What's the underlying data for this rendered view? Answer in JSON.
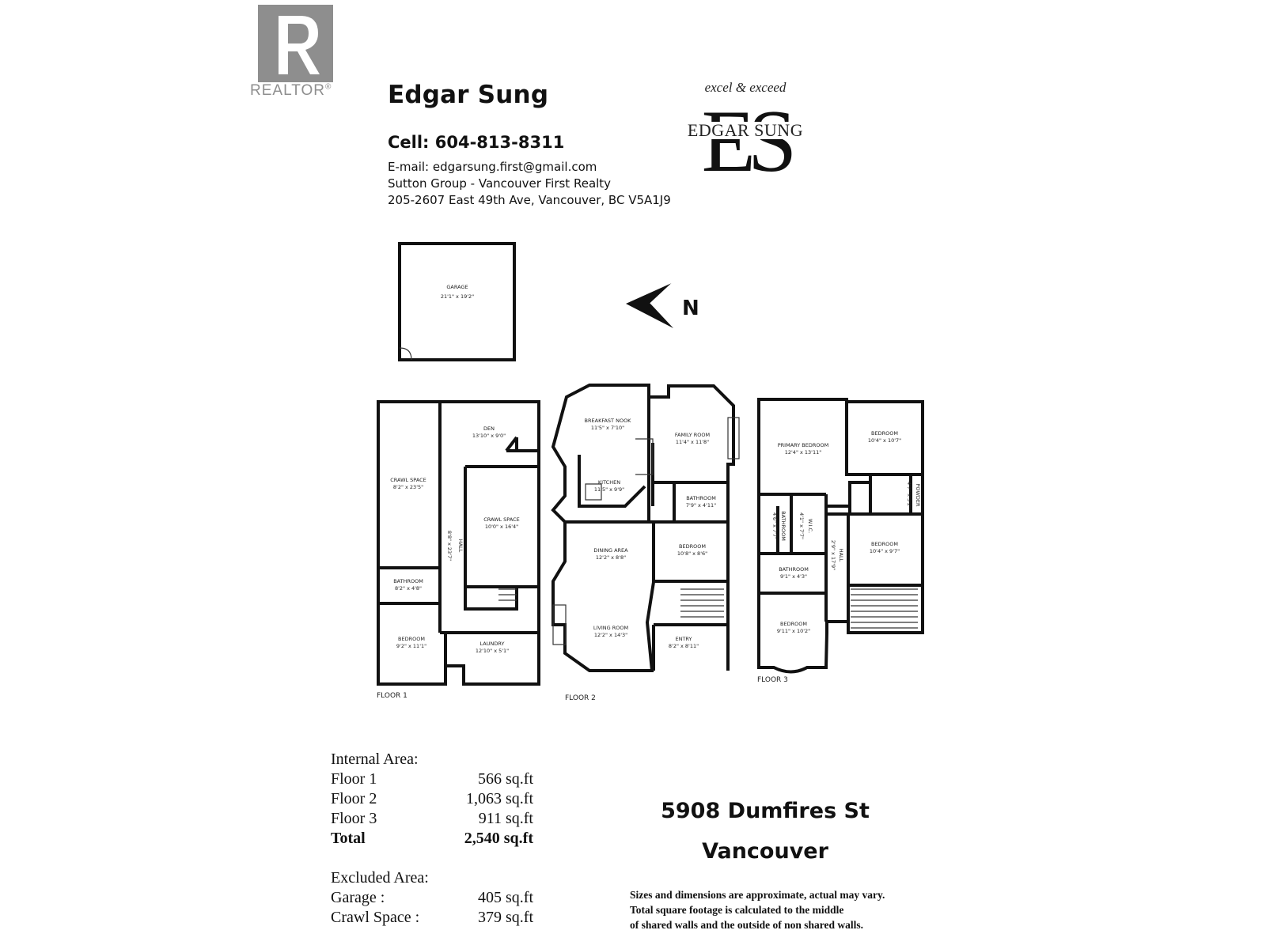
{
  "realtor_logo": {
    "wordmark": "REALTOR",
    "mark": "®"
  },
  "agent": {
    "name": "Edgar Sung",
    "cell": "Cell: 604-813-8311",
    "email": "E-mail: edgarsung.first@gmail.com",
    "company": "Sutton Group - Vancouver First Realty",
    "address": "205-2607 East 49th Ave, Vancouver, BC V5A1J9"
  },
  "brand_logo": {
    "tagline": "excel & exceed",
    "monogram": "ES",
    "name": "EDGAR SUNG"
  },
  "compass": {
    "label": "N"
  },
  "floor_plan": {
    "garage": {
      "name": "GARAGE",
      "size": "21'1\" x 19'2\""
    },
    "floors": [
      {
        "label": "FLOOR 1",
        "rooms": [
          {
            "name": "DEN",
            "size": "13'10\" x 9'0\""
          },
          {
            "name": "CRAWL SPACE",
            "size": "8'2\" x 23'5\""
          },
          {
            "name": "CRAWL SPACE",
            "size": "10'0\" x 16'4\""
          },
          {
            "name": "HALL",
            "size": "8'8\" x 23'7\""
          },
          {
            "name": "BATHROOM",
            "size": "8'2\" x 4'8\""
          },
          {
            "name": "BEDROOM",
            "size": "9'2\" x 11'1\""
          },
          {
            "name": "LAUNDRY",
            "size": "12'10\" x 5'1\""
          }
        ]
      },
      {
        "label": "FLOOR 2",
        "rooms": [
          {
            "name": "BREAKFAST NOOK",
            "size": "11'5\" x 7'10\""
          },
          {
            "name": "FAMILY ROOM",
            "size": "11'4\" x 11'8\""
          },
          {
            "name": "KITCHEN",
            "size": "11'5\" x 9'9\""
          },
          {
            "name": "BATHROOM",
            "size": "7'9\" x 4'11\""
          },
          {
            "name": "DINING AREA",
            "size": "12'2\" x 8'8\""
          },
          {
            "name": "BEDROOM",
            "size": "10'8\" x 8'6\""
          },
          {
            "name": "LIVING ROOM",
            "size": "12'2\" x 14'3\""
          },
          {
            "name": "ENTRY",
            "size": "8'2\" x 8'11\""
          }
        ]
      },
      {
        "label": "FLOOR 3",
        "rooms": [
          {
            "name": "PRIMARY BEDROOM",
            "size": "12'4\" x 13'11\""
          },
          {
            "name": "BEDROOM",
            "size": "10'4\" x 10'7\""
          },
          {
            "name": "BATHROOM",
            "size": "4'6\" x 7'7\""
          },
          {
            "name": "W.I.C.",
            "size": "4'1\" x 7'7\""
          },
          {
            "name": "POWDER",
            "size": "4'7\" x 3'2\""
          },
          {
            "name": "HALL",
            "size": "2'9\" x 17'9\""
          },
          {
            "name": "BEDROOM",
            "size": "10'4\" x 9'7\""
          },
          {
            "name": "BATHROOM",
            "size": "9'1\" x 4'3\""
          },
          {
            "name": "BEDROOM",
            "size": "9'11\" x 10'2\""
          }
        ]
      }
    ]
  },
  "areas": {
    "internal_title": "Internal Area:",
    "internal": [
      {
        "label": "Floor 1",
        "value": "566 sq.ft"
      },
      {
        "label": "Floor 2",
        "value": "1,063 sq.ft"
      },
      {
        "label": "Floor 3",
        "value": "911 sq.ft"
      }
    ],
    "total": {
      "label": "Total",
      "value": "2,540 sq.ft"
    },
    "excluded_title": "Excluded Area:",
    "excluded": [
      {
        "label": "Garage :",
        "value": "405 sq.ft"
      },
      {
        "label": "Crawl Space :",
        "value": "379 sq.ft"
      }
    ]
  },
  "property": {
    "street": "5908 Dumfires St",
    "city": "Vancouver"
  },
  "disclaimer": [
    "Sizes and dimensions are approximate, actual may vary.",
    "Total square footage is calculated to the middle",
    "of shared walls and the outside of non shared walls."
  ]
}
